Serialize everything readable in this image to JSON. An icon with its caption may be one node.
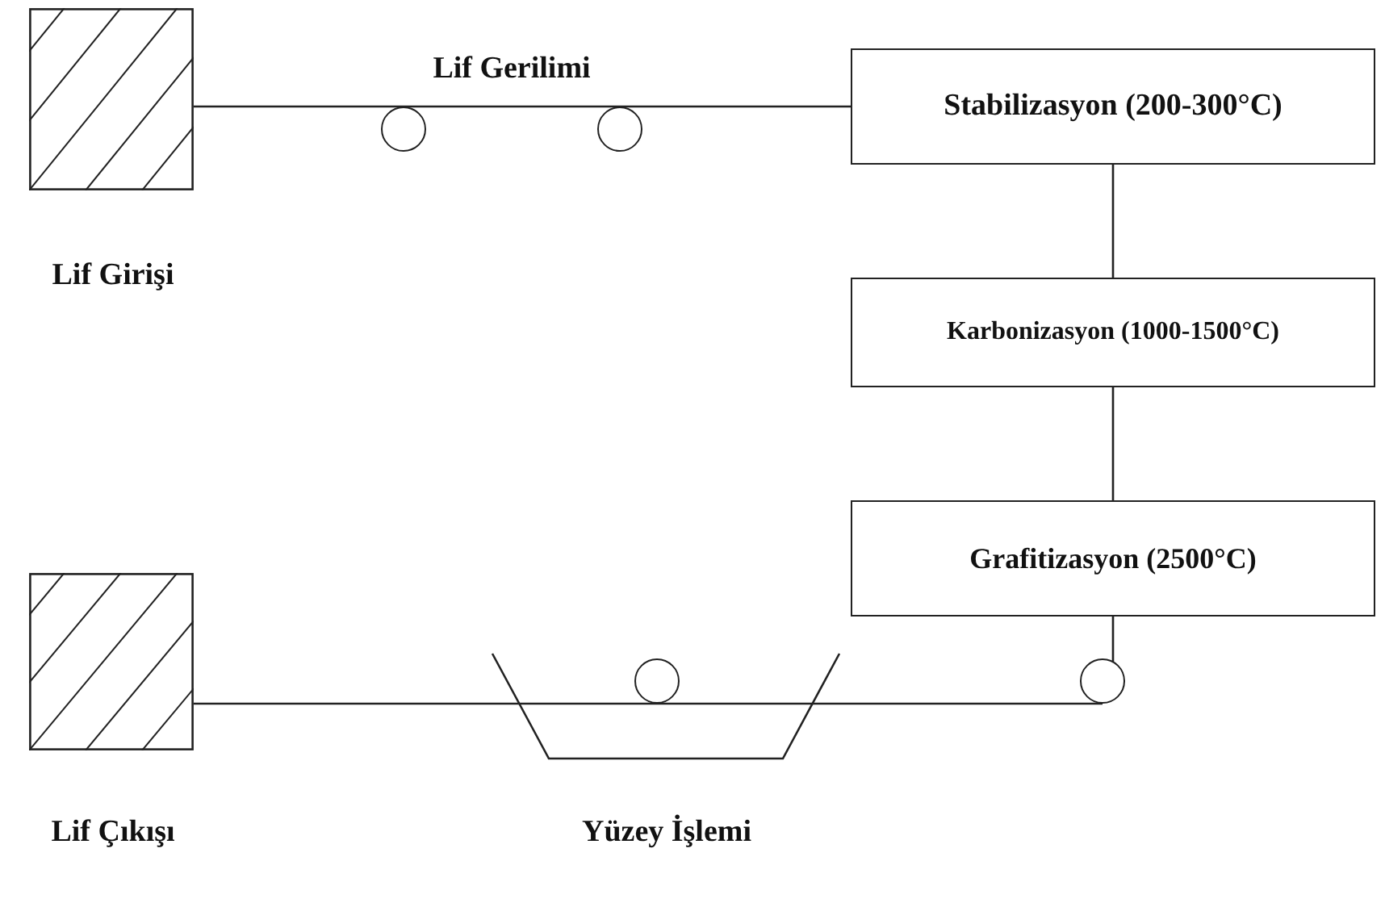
{
  "diagram": {
    "nodes": [
      {
        "text": [
          "Lif Girişi"
        ]
      },
      {
        "text": [],
        "shape": "circle"
      },
      {
        "text": [],
        "shape": "circle"
      },
      {
        "text": [
          "Stabilizasyon (200-300°C)"
        ]
      },
      {
        "text": [
          "Karbonizasyon (1000-1500°C)"
        ]
      },
      {
        "text": [
          "Grafitizasyon (2500°C)"
        ]
      },
      {
        "text": [],
        "shape": "circle"
      },
      {
        "text": [
          "Yüzey İşlemi"
        ]
      },
      {
        "text": [],
        "shape": "circle",
        "in": 7
      },
      {
        "text": [
          "Lif Çıkışı"
        ]
      }
    ],
    "edges": [
      {
        "from": 0,
        "to": 1,
        "arrow": "none"
      },
      {
        "from": 1,
        "to": 2,
        "arrow": "none"
      },
      {
        "from": 2,
        "to": 3,
        "arrow": "none"
      },
      {
        "from": 3,
        "to": 4,
        "arrow": "none"
      },
      {
        "from": 4,
        "to": 5,
        "arrow": "none"
      },
      {
        "from": 5,
        "to": 6,
        "arrow": "none"
      },
      {
        "from": 6,
        "to": 8,
        "arrow": "none"
      },
      {
        "from": 8,
        "to": 9,
        "arrow": "none"
      }
    ],
    "labels": [
      "Lif Gerilimi"
    ]
  }
}
